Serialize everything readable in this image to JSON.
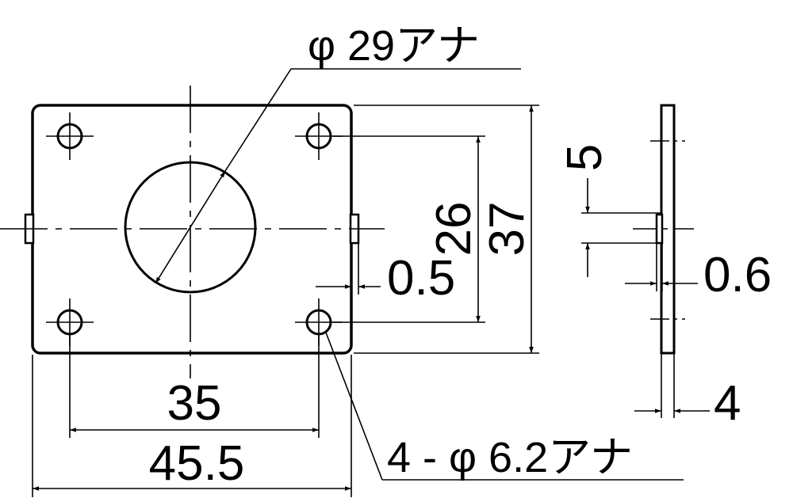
{
  "labels": {
    "center_hole": "φ 29アナ",
    "mount_holes": "4 - φ 6.2アナ",
    "hole_pitch_h": "35",
    "plate_width": "45.5",
    "hole_pitch_v": "26",
    "plate_height": "37",
    "tab_protrusion": "0.5",
    "tab_width": "5",
    "tab_offset": "0.6",
    "plate_thickness": "4"
  }
}
